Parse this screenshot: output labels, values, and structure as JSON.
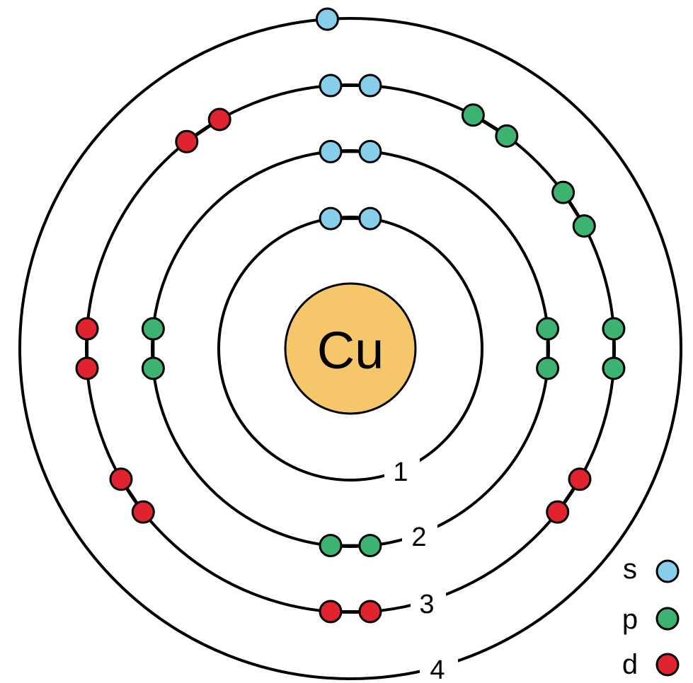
{
  "nucleus": {
    "label": "Cu",
    "color": "#f5c76a"
  },
  "colors": {
    "s": "#87ceeb",
    "p": "#3cb371",
    "d": "#e0232e"
  },
  "shells": [
    {
      "label": "1",
      "electrons": [
        "s",
        "s"
      ]
    },
    {
      "label": "2",
      "electrons": [
        "s",
        "s",
        "p",
        "p",
        "p",
        "p",
        "p",
        "p"
      ]
    },
    {
      "label": "3",
      "electrons": [
        "s",
        "s",
        "p",
        "p",
        "p",
        "p",
        "p",
        "p",
        "d",
        "d",
        "d",
        "d",
        "d",
        "d",
        "d",
        "d",
        "d",
        "d"
      ]
    },
    {
      "label": "4",
      "electrons": [
        "s"
      ]
    }
  ],
  "legend": [
    {
      "label": "s",
      "orbital": "s"
    },
    {
      "label": "p",
      "orbital": "p"
    },
    {
      "label": "d",
      "orbital": "d"
    }
  ]
}
